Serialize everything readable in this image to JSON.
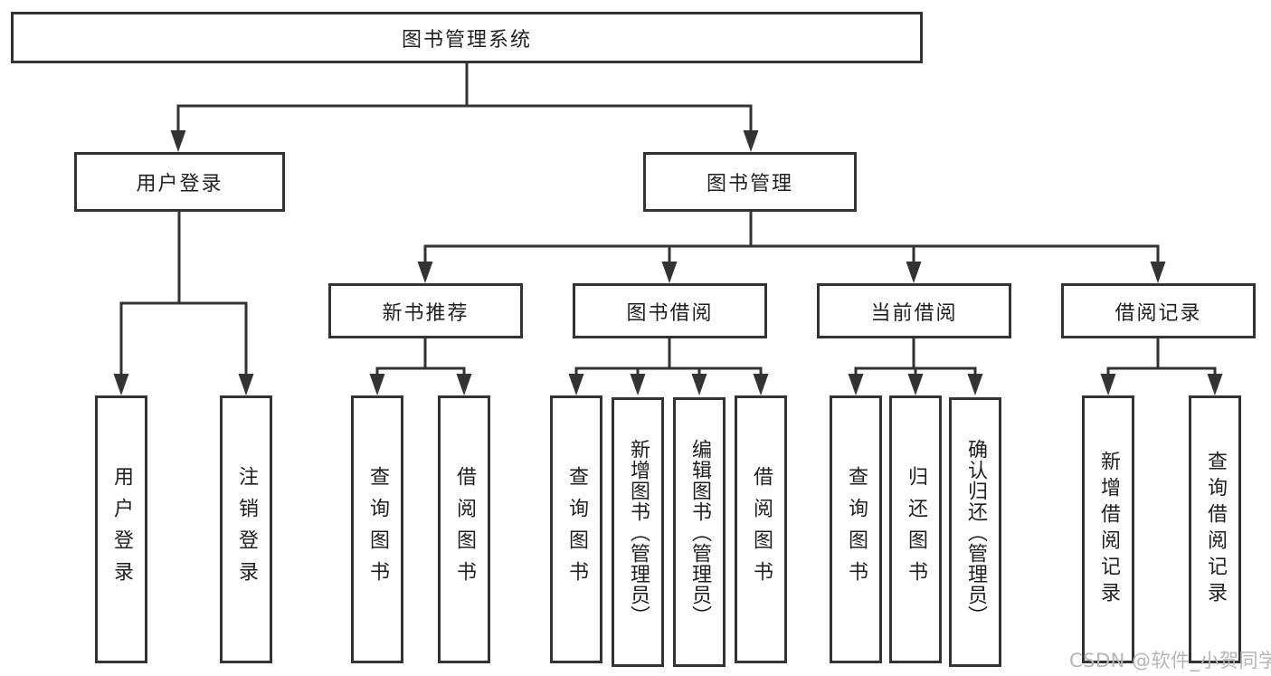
{
  "tree": {
    "root": {
      "label": "图书管理系统"
    },
    "level2": [
      {
        "label": "用户登录"
      },
      {
        "label": "图书管理"
      }
    ],
    "level3": [
      {
        "label": "新书推荐"
      },
      {
        "label": "图书借阅"
      },
      {
        "label": "当前借阅"
      },
      {
        "label": "借阅记录"
      }
    ],
    "leaves": {
      "user_login": [
        {
          "label": "用户登录"
        },
        {
          "label": "注销登录"
        }
      ],
      "new_book": [
        {
          "label": "查询图书"
        },
        {
          "label": "借阅图书"
        }
      ],
      "book_borrow": [
        {
          "label": "查询图书"
        },
        {
          "label": "新增图书（管理员）"
        },
        {
          "label": "编辑图书（管理员）"
        },
        {
          "label": "借阅图书"
        }
      ],
      "current_borrow": [
        {
          "label": "查询图书"
        },
        {
          "label": "归还图书"
        },
        {
          "label": "确认归还（管理员）"
        }
      ],
      "borrow_record": [
        {
          "label": "新增借阅记录"
        },
        {
          "label": "查询借阅记录"
        }
      ]
    }
  },
  "colors": {
    "line": "#333333",
    "text": "#1f1f1f",
    "background": "#ffffff",
    "watermark": "#b5b5b5"
  },
  "watermark": "CSDN @软件_小贺同学"
}
